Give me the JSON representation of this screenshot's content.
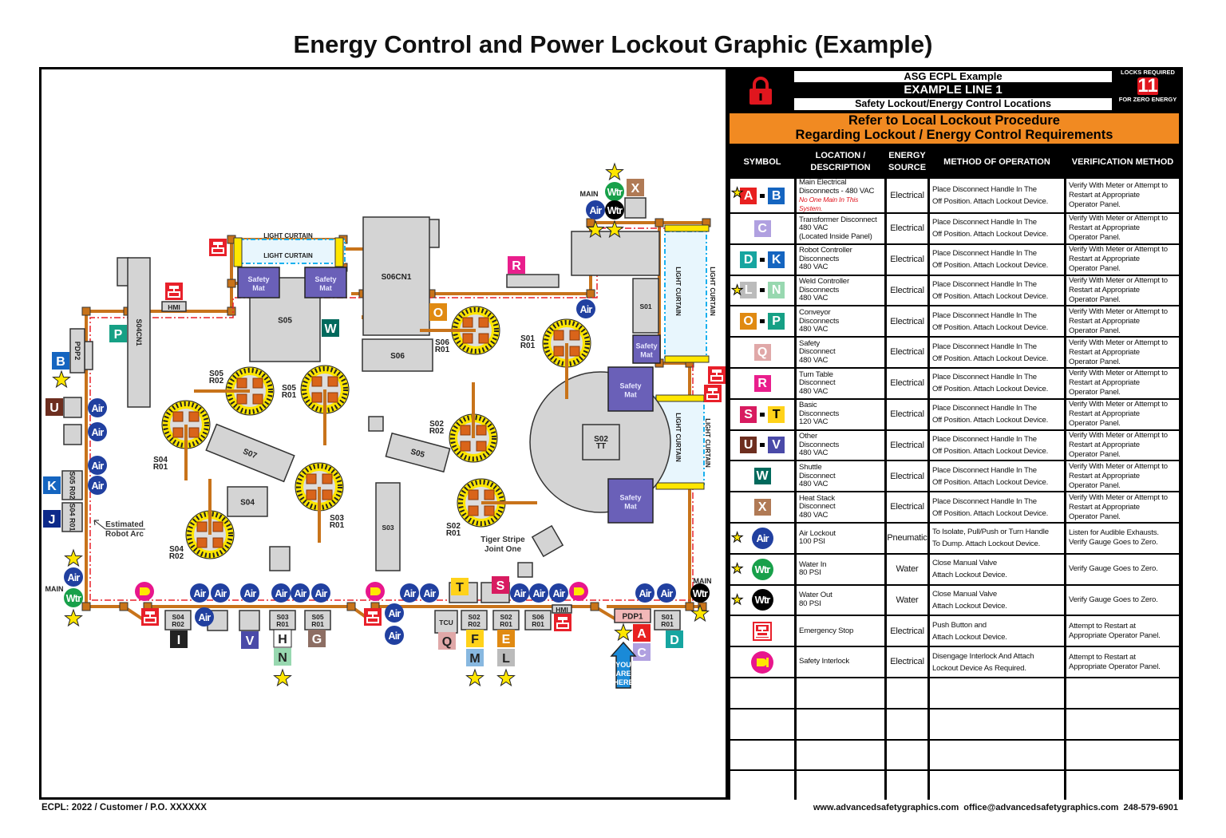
{
  "title": "Energy Control and Power Lockout Graphic (Example)",
  "panel": {
    "line1": "ASG ECPL Example",
    "line2": "EXAMPLE LINE 1",
    "line3": "Safety Lockout/Energy Control Locations",
    "locks_label_top": "LOCKS REQUIRED",
    "locks_count": "11",
    "locks_label_bottom": "FOR ZERO ENERGY",
    "notice_line1": "Refer to Local Lockout Procedure",
    "notice_line2": "Regarding Lockout / Energy Control Requirements",
    "accent_color": "#f18a22",
    "lock_color": "#e0161e"
  },
  "table": {
    "headers": [
      "SYMBOL",
      "LOCATION / DESCRIPTION",
      "ENERGY SOURCE",
      "METHOD OF OPERATION",
      "VERIFICATION METHOD"
    ],
    "rows": [
      {
        "symbol": {
          "type": "tags",
          "star": true,
          "tags": [
            {
              "letter": "A",
              "color": "#e82020"
            },
            {
              "letter": "B",
              "color": "#1565c0"
            }
          ]
        },
        "location": [
          "Main Electrical",
          "Disconnects - 480 VAC"
        ],
        "note": "No One Main In This System.",
        "energy": "Electrical",
        "method": [
          "Place Disconnect Handle In The",
          "Off Position. Attach Lockout Device."
        ],
        "verification": [
          "Verify With Meter or Attempt to",
          "Restart at Appropriate",
          "Operator Panel."
        ]
      },
      {
        "symbol": {
          "type": "tags",
          "star": false,
          "tags": [
            {
              "letter": "C",
              "color": "#b0a0e0"
            }
          ]
        },
        "location": [
          "Transformer Disconnect",
          "480 VAC",
          "(Located Inside Panel)"
        ],
        "energy": "Electrical",
        "method": [
          "Place Disconnect Handle In The",
          "Off Position. Attach Lockout Device."
        ],
        "verification": [
          "Verify With Meter or Attempt to",
          "Restart at Appropriate",
          "Operator Panel."
        ]
      },
      {
        "symbol": {
          "type": "tags",
          "star": false,
          "tags": [
            {
              "letter": "D",
              "color": "#16a5a0"
            },
            {
              "letter": "K",
              "color": "#1565c0"
            }
          ]
        },
        "location": [
          "Robot Controller",
          "Disconnects",
          "480 VAC"
        ],
        "energy": "Electrical",
        "method": [
          "Place Disconnect Handle In The",
          "Off Position. Attach Lockout Device."
        ],
        "verification": [
          "Verify With Meter or Attempt to",
          "Restart at Appropriate",
          "Operator Panel."
        ]
      },
      {
        "symbol": {
          "type": "tags",
          "star": true,
          "tags": [
            {
              "letter": "L",
              "color": "#bbbbbb"
            },
            {
              "letter": "N",
              "color": "#98d8b0"
            }
          ]
        },
        "location": [
          "Weld Controller",
          "Disconnects",
          "480 VAC"
        ],
        "energy": "Electrical",
        "method": [
          "Place Disconnect Handle In The",
          "Off Position. Attach Lockout Device."
        ],
        "verification": [
          "Verify With Meter or Attempt to",
          "Restart at Appropriate",
          "Operator Panel."
        ]
      },
      {
        "symbol": {
          "type": "tags",
          "star": false,
          "tags": [
            {
              "letter": "O",
              "color": "#e08a12"
            },
            {
              "letter": "P",
              "color": "#16a085"
            }
          ]
        },
        "location": [
          "Conveyor",
          "Disconnects",
          "480 VAC"
        ],
        "energy": "Electrical",
        "method": [
          "Place Disconnect Handle In The",
          "Off Position. Attach Lockout Device."
        ],
        "verification": [
          "Verify With Meter or Attempt to",
          "Restart at Appropriate",
          "Operator Panel."
        ]
      },
      {
        "symbol": {
          "type": "tags",
          "star": false,
          "tags": [
            {
              "letter": "Q",
              "color": "#e0a8a8"
            }
          ]
        },
        "location": [
          "Safety",
          "Disconnect",
          "480 VAC"
        ],
        "energy": "Electrical",
        "method": [
          "Place Disconnect Handle In The",
          "Off Position. Attach Lockout Device."
        ],
        "verification": [
          "Verify With Meter or Attempt to",
          "Restart at Appropriate",
          "Operator Panel."
        ]
      },
      {
        "symbol": {
          "type": "tags",
          "star": false,
          "tags": [
            {
              "letter": "R",
              "color": "#e91e8c"
            }
          ]
        },
        "location": [
          "Turn Table",
          "Disconnect",
          "480 VAC"
        ],
        "energy": "Electrical",
        "method": [
          "Place Disconnect Handle In The",
          "Off Position. Attach Lockout Device."
        ],
        "verification": [
          "Verify With Meter or Attempt to",
          "Restart at Appropriate",
          "Operator Panel."
        ]
      },
      {
        "symbol": {
          "type": "tags",
          "star": false,
          "tags": [
            {
              "letter": "S",
              "color": "#d81b60"
            },
            {
              "letter": "T",
              "color": "#ffd21a"
            }
          ]
        },
        "location": [
          "Basic",
          "Disconnects",
          "120 VAC"
        ],
        "energy": "Electrical",
        "method": [
          "Place Disconnect Handle In The",
          "Off Position. Attach Lockout Device."
        ],
        "verification": [
          "Verify With Meter or Attempt to",
          "Restart at Appropriate",
          "Operator Panel."
        ]
      },
      {
        "symbol": {
          "type": "tags",
          "star": false,
          "tags": [
            {
              "letter": "U",
              "color": "#6d2e1f"
            },
            {
              "letter": "V",
              "color": "#4a4aa8"
            }
          ]
        },
        "location": [
          "Other",
          "Disconnects",
          "480 VAC"
        ],
        "energy": "Electrical",
        "method": [
          "Place Disconnect Handle In The",
          "Off Position. Attach Lockout Device."
        ],
        "verification": [
          "Verify With Meter or Attempt to",
          "Restart at Appropriate",
          "Operator Panel."
        ]
      },
      {
        "symbol": {
          "type": "tags",
          "star": false,
          "tags": [
            {
              "letter": "W",
              "color": "#00695c"
            }
          ]
        },
        "location": [
          "Shuttle",
          "Disconnect",
          "480 VAC"
        ],
        "energy": "Electrical",
        "method": [
          "Place Disconnect Handle In The",
          "Off Position. Attach Lockout Device."
        ],
        "verification": [
          "Verify With Meter or Attempt to",
          "Restart at Appropriate",
          "Operator Panel."
        ]
      },
      {
        "symbol": {
          "type": "tags",
          "star": false,
          "tags": [
            {
              "letter": "X",
              "color": "#b07a55"
            }
          ]
        },
        "location": [
          "Heat Stack",
          "Disconnect",
          "480 VAC"
        ],
        "energy": "Electrical",
        "method": [
          "Place Disconnect Handle In The",
          "Off Position. Attach Lockout Device."
        ],
        "verification": [
          "Verify With Meter or Attempt to",
          "Restart at Appropriate",
          "Operator Panel."
        ]
      },
      {
        "symbol": {
          "type": "circle",
          "star": true,
          "label": "Air",
          "color": "#2140a0"
        },
        "location": [
          "Air Lockout",
          "100 PSI"
        ],
        "energy": "Pneumatic",
        "method": [
          "To Isolate, Pull/Push or Turn Handle",
          "To Dump. Attach Lockout Device."
        ],
        "verification": [
          "Listen for Audible Exhausts.",
          "Verify Gauge Goes to Zero."
        ]
      },
      {
        "symbol": {
          "type": "circle",
          "star": true,
          "label": "Wtr",
          "color": "#18a04a"
        },
        "location": [
          "Water In",
          "80 PSI"
        ],
        "energy": "Water",
        "method": [
          "Close Manual Valve",
          "Attach Lockout Device."
        ],
        "verification": [
          "Verify Gauge Goes to Zero."
        ]
      },
      {
        "symbol": {
          "type": "circle",
          "star": true,
          "label": "Wtr",
          "color": "#000000"
        },
        "location": [
          "Water Out",
          "80 PSI"
        ],
        "energy": "Water",
        "method": [
          "Close Manual Valve",
          "Attach Lockout Device."
        ],
        "verification": [
          "Verify Gauge Goes to Zero."
        ]
      },
      {
        "symbol": {
          "type": "estop",
          "star": false,
          "icon": "emergency-stop-icon",
          "color": "#e8202a"
        },
        "location": [
          "Emergency Stop"
        ],
        "energy": "Electrical",
        "method": [
          "Push Button and",
          "Attach Lockout Device."
        ],
        "verification": [
          "Attempt to Restart at",
          "Appropriate Operator Panel."
        ]
      },
      {
        "symbol": {
          "type": "interlock",
          "star": false,
          "icon": "safety-interlock-icon",
          "color": "#e8168c"
        },
        "location": [
          "Safety Interlock"
        ],
        "energy": "Electrical",
        "method": [
          "Disengage Interlock And Attach",
          "Lockout Device As Required."
        ],
        "verification": [
          "Attempt to Restart at",
          "Appropriate Operator Panel."
        ]
      }
    ],
    "empty_rows": 4
  },
  "map": {
    "air_label": "Air",
    "wtr_label": "Wtr",
    "main_label": "MAIN",
    "light_curtain_label": "LIGHT CURTAIN",
    "safety_mat_label": [
      "Safety",
      "Mat"
    ],
    "estimated_robot_arc": [
      "Estimated",
      "Robot Arc"
    ],
    "tiger_stripe": [
      "Tiger Stripe",
      "Joint One"
    ],
    "you_are_here": [
      "YOU",
      "ARE",
      "HERE"
    ],
    "colors": {
      "air": "#2140a0",
      "water_in": "#18a04a",
      "water_out": "#000000",
      "conveyor": "#c8731a",
      "fence": "#e8202a",
      "light_curtain": "#1ab0ee",
      "safety_mat": "#6a60b8",
      "machine": "#d4d4d4",
      "estop": "#e8202a",
      "interlock": "#e8168c"
    },
    "machines": [
      "S06CN1",
      "S06",
      "S05",
      "S04",
      "S03",
      "S07",
      "S05",
      "S01",
      "S02 TT",
      "S04CN1",
      "PDP2",
      "S05 R02",
      "S04 R01",
      "HMI",
      "S04 R02",
      "S03 R01",
      "S05 R01",
      "TCU",
      "S02 R02",
      "S02 R01",
      "S06 R01",
      "PDP1",
      "S01 R01",
      "HMI"
    ],
    "robots": [
      "S05 R02",
      "S05 R01",
      "S04 R01",
      "S04 R02",
      "S03 R01",
      "S06 R01",
      "S01 R01",
      "S02 R02",
      "S02 R01"
    ],
    "letter_tags": [
      {
        "letter": "B",
        "color": "#1565c0"
      },
      {
        "letter": "U",
        "color": "#6d2e1f"
      },
      {
        "letter": "K",
        "color": "#1565c0"
      },
      {
        "letter": "J",
        "color": "#0d2a8a"
      },
      {
        "letter": "P",
        "color": "#16a085"
      },
      {
        "letter": "W",
        "color": "#00695c"
      },
      {
        "letter": "O",
        "color": "#e08a12"
      },
      {
        "letter": "R",
        "color": "#e91e8c"
      },
      {
        "letter": "X",
        "color": "#b07a55"
      },
      {
        "letter": "T",
        "color": "#ffd21a"
      },
      {
        "letter": "S",
        "color": "#d81b60"
      },
      {
        "letter": "I",
        "color": "#222222"
      },
      {
        "letter": "V",
        "color": "#4a4aa8"
      },
      {
        "letter": "H",
        "color": "#ffffff"
      },
      {
        "letter": "G",
        "color": "#8d6e63"
      },
      {
        "letter": "N",
        "color": "#98d8b0"
      },
      {
        "letter": "Q",
        "color": "#e0a8a8"
      },
      {
        "letter": "F",
        "color": "#ffd21a"
      },
      {
        "letter": "E",
        "color": "#e08a12"
      },
      {
        "letter": "M",
        "color": "#88b8e0"
      },
      {
        "letter": "L",
        "color": "#bbbbbb"
      },
      {
        "letter": "A",
        "color": "#e82020"
      },
      {
        "letter": "C",
        "color": "#b0a0e0"
      },
      {
        "letter": "D",
        "color": "#16a5a0"
      }
    ]
  },
  "footer": {
    "left": "ECPL: 2022 / Customer / P.O. XXXXXX",
    "right": "www.advancedsafetygraphics.com   office@advancedsafetygraphics.com   248-579-6901"
  }
}
